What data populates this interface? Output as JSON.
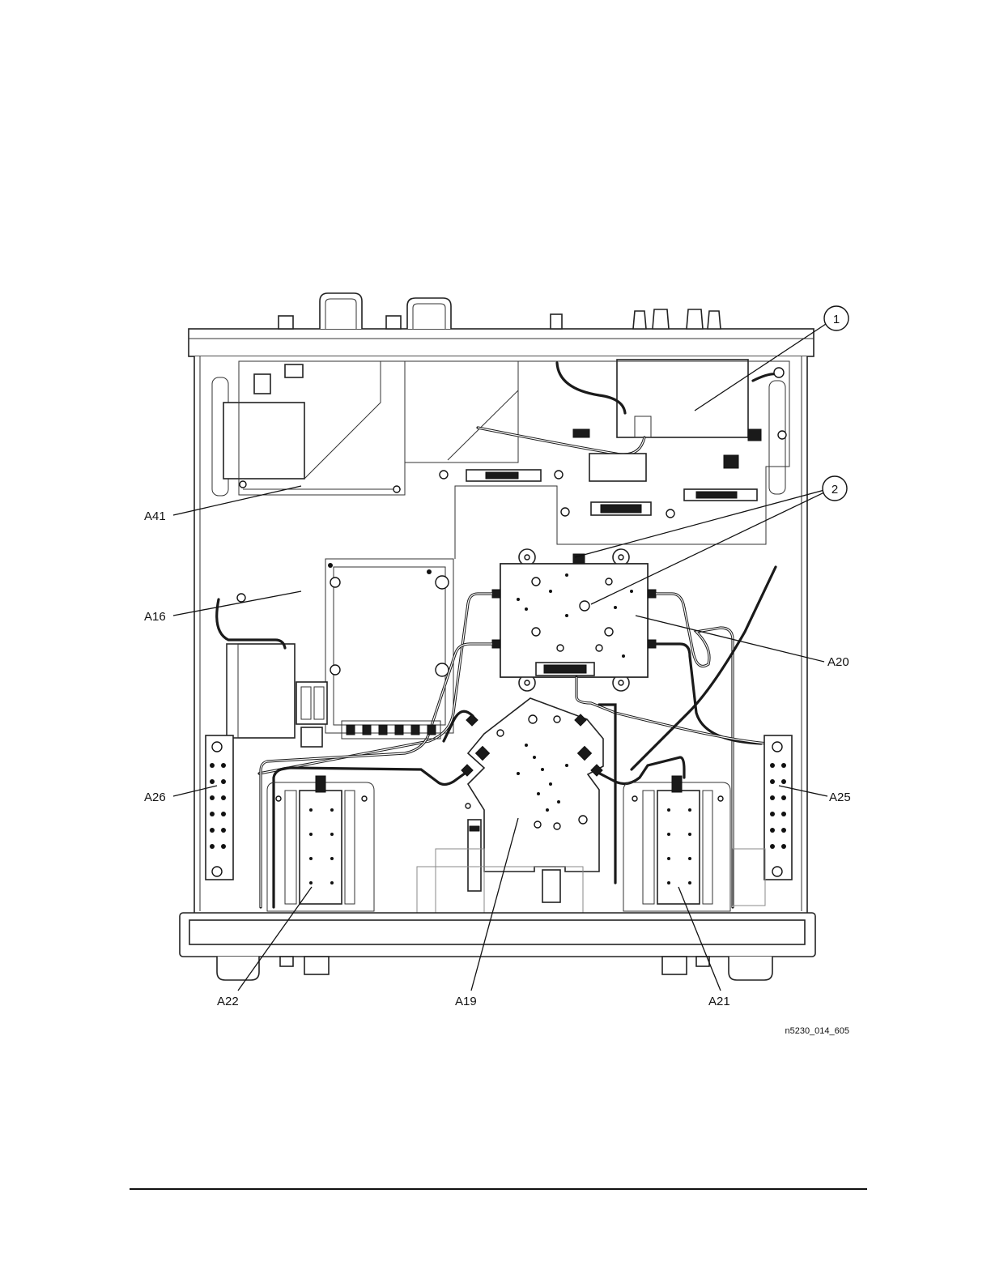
{
  "figure_id": "n5230_014_605",
  "callouts": {
    "c1": "1",
    "c2": "2"
  },
  "labels": {
    "a41": "A41",
    "a16": "A16",
    "a20": "A20",
    "a26": "A26",
    "a25": "A25",
    "a22": "A22",
    "a19": "A19",
    "a21": "A21"
  }
}
